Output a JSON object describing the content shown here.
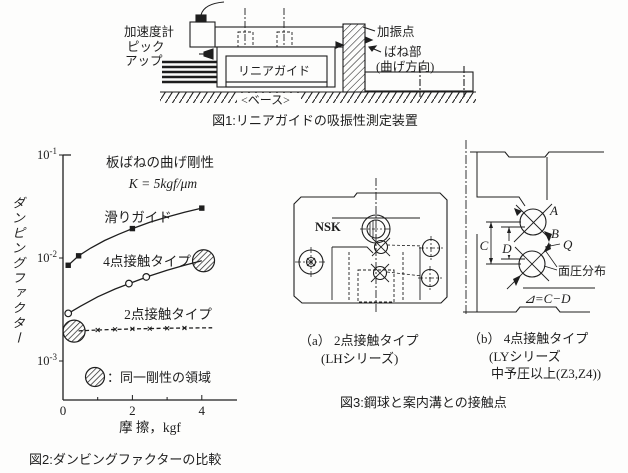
{
  "page": {
    "bg": "#fdfdfc",
    "ink": "#1e1e1e"
  },
  "fig1": {
    "caption": "図1:リニアガイドの吸振性測定装置",
    "labels": {
      "accel1": "加速度計",
      "accel2": "ピック",
      "accel3": "アップ",
      "excitation": "加振点",
      "spring": "ばね部",
      "bend_dir": "(曲げ方向)",
      "linear_guide": "リニアガイド",
      "base": "<ベース>"
    }
  },
  "fig2": {
    "caption": "図2:ダンビングファクターの比較"
  },
  "chart_data": {
    "type": "line",
    "title": "板ばねの曲げ剛性",
    "subtitle": "K = 5kgf/μm",
    "xlabel": "摩 擦，kgf",
    "ylabel": "ダンピングファクター",
    "x_axis": {
      "min": 0,
      "max": 4.9,
      "major_ticks": [
        0,
        2,
        4
      ],
      "minor_ticks": [
        1,
        3
      ],
      "unit": "kgf"
    },
    "y_axis": {
      "scale": "log",
      "min": 0.0004,
      "max": 0.1,
      "ticks": [
        {
          "exp": "-1",
          "value": 0.1
        },
        {
          "exp": "-2",
          "value": 0.01
        },
        {
          "exp": "-3",
          "value": 0.001
        }
      ]
    },
    "series": [
      {
        "name": "滑りガイド",
        "line": "solid",
        "marker": "filled-square",
        "curve": [
          [
            0.15,
            0.0085
          ],
          [
            0.45,
            0.0105
          ],
          [
            0.8,
            0.0125
          ],
          [
            1.2,
            0.0148
          ],
          [
            1.6,
            0.017
          ],
          [
            2.0,
            0.0193
          ],
          [
            2.5,
            0.0222
          ],
          [
            3.0,
            0.025
          ],
          [
            3.5,
            0.0278
          ],
          [
            4.0,
            0.0305
          ]
        ],
        "markers": [
          [
            0.15,
            0.0085
          ],
          [
            0.45,
            0.0105
          ],
          [
            2.0,
            0.0193
          ],
          [
            4.0,
            0.0305
          ]
        ]
      },
      {
        "name": "4点接触タイプ",
        "line": "solid",
        "marker": "open-circle",
        "curve": [
          [
            0.15,
            0.0029
          ],
          [
            0.5,
            0.0034
          ],
          [
            1.0,
            0.0042
          ],
          [
            1.5,
            0.005
          ],
          [
            2.0,
            0.0058
          ],
          [
            2.5,
            0.0067
          ],
          [
            3.0,
            0.0076
          ],
          [
            3.5,
            0.0085
          ],
          [
            4.0,
            0.0094
          ]
        ],
        "markers": [
          [
            0.15,
            0.0029
          ],
          [
            1.9,
            0.00565
          ],
          [
            2.4,
            0.00655
          ]
        ]
      },
      {
        "name": "2点接触タイプ",
        "line": "dashed",
        "marker": "tick",
        "curve": [
          [
            0.45,
            0.00196
          ],
          [
            1.0,
            0.002
          ],
          [
            2.0,
            0.00205
          ],
          [
            3.0,
            0.00208
          ],
          [
            4.3,
            0.0021
          ]
        ],
        "markers": [
          [
            1.0,
            0.002
          ],
          [
            1.5,
            0.00203
          ],
          [
            2.0,
            0.00205
          ],
          [
            2.5,
            0.00206
          ],
          [
            3.0,
            0.00208
          ],
          [
            3.5,
            0.00209
          ]
        ]
      }
    ],
    "same_stiffness": {
      "legend_label": "：同一剛性の領域",
      "symbol": "hatched-circle",
      "points": [
        [
          0.32,
          0.00195
        ],
        [
          4.05,
          0.0094
        ]
      ]
    }
  },
  "fig3": {
    "caption": "図3:鋼球と案内溝との接触点",
    "a": {
      "brand": "NSK",
      "caption_line1": "（a） 2点接触タイプ",
      "caption_line2": "(LHシリーズ)"
    },
    "b": {
      "caption_line1": "（b） 4点接触タイプ",
      "caption_line2": "(LYシリーズ",
      "caption_line3": "中予圧以上(Z3,Z4))",
      "labels": {
        "A": "A",
        "B": "B",
        "Q": "Q",
        "C": "C",
        "D": "D",
        "pressure": "面圧分布",
        "delta": "⊿=C−D"
      }
    }
  }
}
